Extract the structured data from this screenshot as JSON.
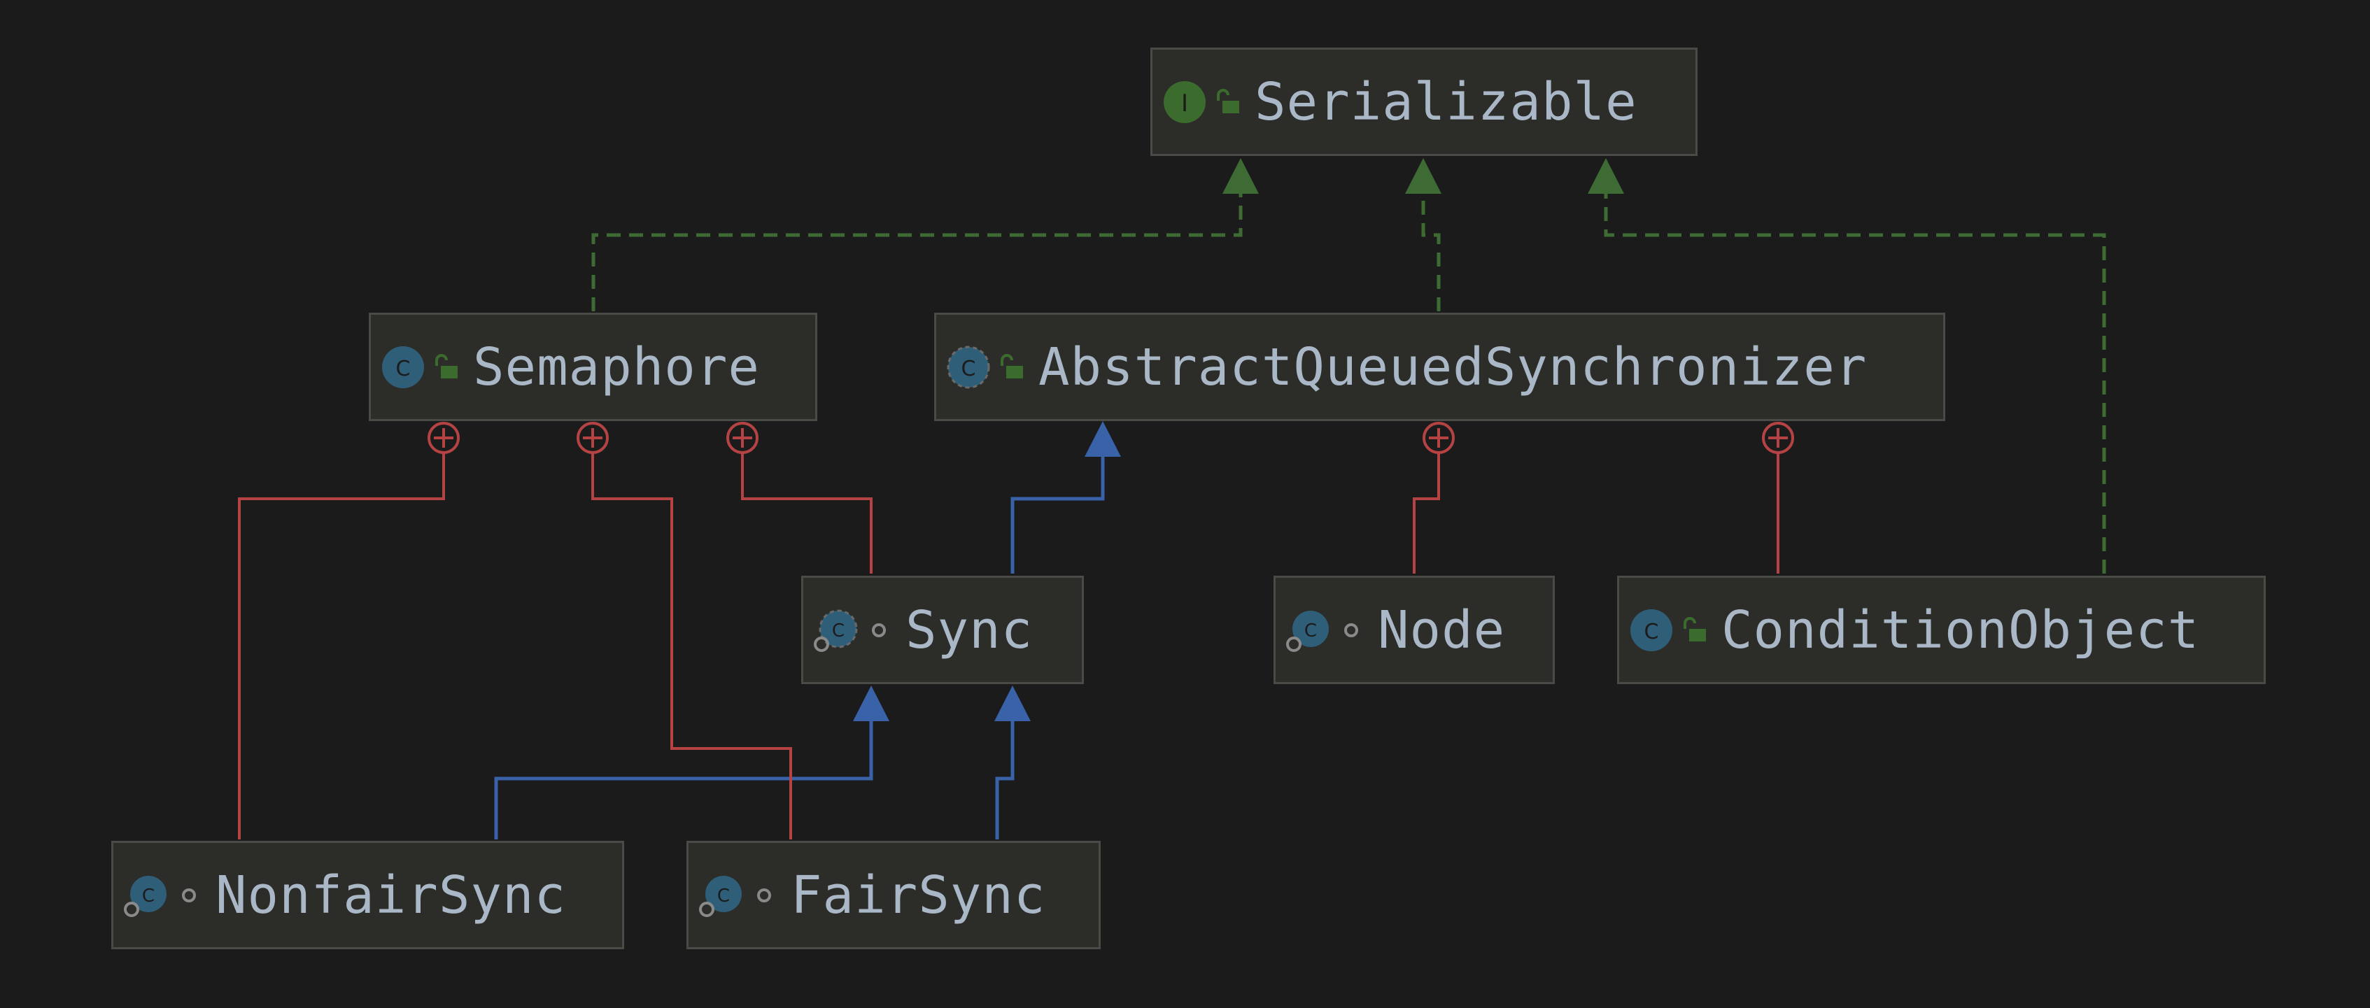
{
  "colors": {
    "background": "#1b1b1b",
    "node_fill": "#2c2c29",
    "node_border": "#4a4a46",
    "label_text": "#a9b7c6",
    "implements_edge": "#3e6b34",
    "extends_edge": "#3a62a8",
    "inner_class_edge": "#b54343",
    "class_icon": "#2f5f78",
    "interface_icon": "#3c6b2e"
  },
  "nodes": {
    "serializable": {
      "label": "Serializable",
      "kind_icon": "interface-icon",
      "visibility_icon": "public-lock-icon"
    },
    "semaphore": {
      "label": "Semaphore",
      "kind_icon": "class-icon",
      "visibility_icon": "public-lock-icon"
    },
    "aqs": {
      "label": "AbstractQueuedSynchronizer",
      "kind_icon": "abstract-class-icon",
      "visibility_icon": "public-lock-icon"
    },
    "sync": {
      "label": "Sync",
      "kind_icon": "abstract-static-class-icon",
      "visibility_icon": "package-private-icon"
    },
    "node": {
      "label": "Node",
      "kind_icon": "static-class-icon",
      "visibility_icon": "package-private-icon"
    },
    "condition_object": {
      "label": "ConditionObject",
      "kind_icon": "class-icon",
      "visibility_icon": "public-lock-icon"
    },
    "nonfair_sync": {
      "label": "NonfairSync",
      "kind_icon": "static-class-icon",
      "visibility_icon": "package-private-icon"
    },
    "fair_sync": {
      "label": "FairSync",
      "kind_icon": "static-class-icon",
      "visibility_icon": "package-private-icon"
    }
  },
  "edges": [
    {
      "from": "Semaphore",
      "to": "Serializable",
      "type": "implements"
    },
    {
      "from": "AbstractQueuedSynchronizer",
      "to": "Serializable",
      "type": "implements"
    },
    {
      "from": "ConditionObject",
      "to": "Serializable",
      "type": "implements"
    },
    {
      "from": "Sync",
      "to": "AbstractQueuedSynchronizer",
      "type": "extends"
    },
    {
      "from": "NonfairSync",
      "to": "Sync",
      "type": "extends"
    },
    {
      "from": "FairSync",
      "to": "Sync",
      "type": "extends"
    },
    {
      "from": "NonfairSync",
      "to": "Semaphore",
      "type": "inner-class"
    },
    {
      "from": "FairSync",
      "to": "Semaphore",
      "type": "inner-class"
    },
    {
      "from": "Sync",
      "to": "Semaphore",
      "type": "inner-class"
    },
    {
      "from": "Node",
      "to": "AbstractQueuedSynchronizer",
      "type": "inner-class"
    },
    {
      "from": "ConditionObject",
      "to": "AbstractQueuedSynchronizer",
      "type": "inner-class"
    }
  ]
}
